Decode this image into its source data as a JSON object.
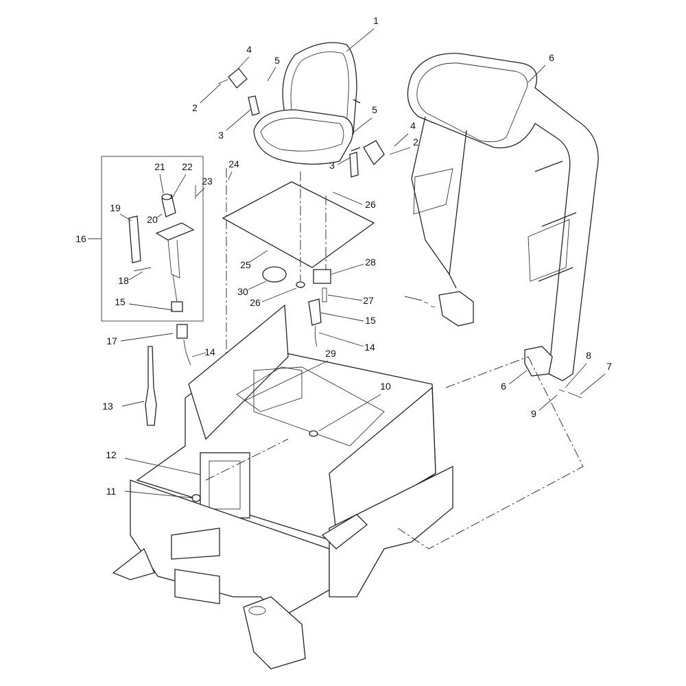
{
  "diagram": {
    "type": "exploded parts diagram",
    "callouts": [
      "1",
      "4",
      "5",
      "2",
      "3",
      "5",
      "4",
      "2",
      "3",
      "6",
      "21",
      "22",
      "23",
      "19",
      "20",
      "16",
      "18",
      "15",
      "24",
      "26",
      "25",
      "28",
      "30",
      "26",
      "27",
      "15",
      "14",
      "17",
      "14",
      "13",
      "29",
      "10",
      "12",
      "11",
      "6",
      "8",
      "7",
      "9"
    ]
  }
}
